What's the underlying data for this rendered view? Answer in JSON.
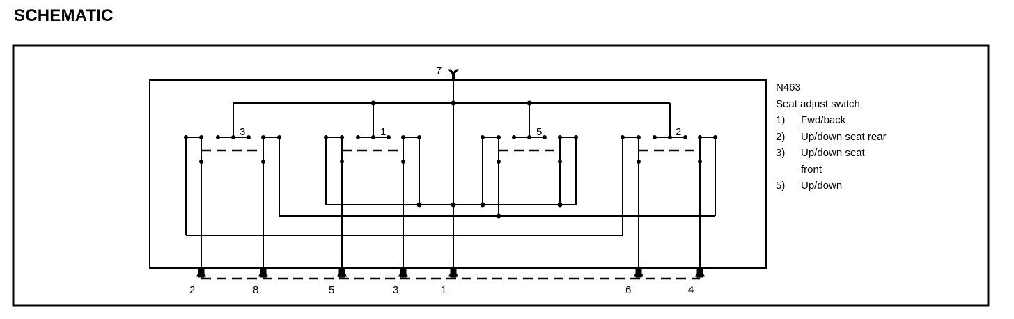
{
  "heading": "SCHEMATIC",
  "component": {
    "code": "N463",
    "name": "Seat adjust switch"
  },
  "legend": [
    {
      "num": "1)",
      "text": "Fwd/back"
    },
    {
      "num": "2)",
      "text": "Up/down seat rear"
    },
    {
      "num": "3)",
      "text": "Up/down seat"
    },
    {
      "num": "",
      "text": "front"
    },
    {
      "num": "5)",
      "text": "Up/down"
    }
  ],
  "top_pin": "7",
  "switch_labels": [
    "3",
    "1",
    "5",
    "2"
  ],
  "bottom_pins": [
    "2",
    "8",
    "5",
    "3",
    "1",
    "6",
    "4"
  ]
}
